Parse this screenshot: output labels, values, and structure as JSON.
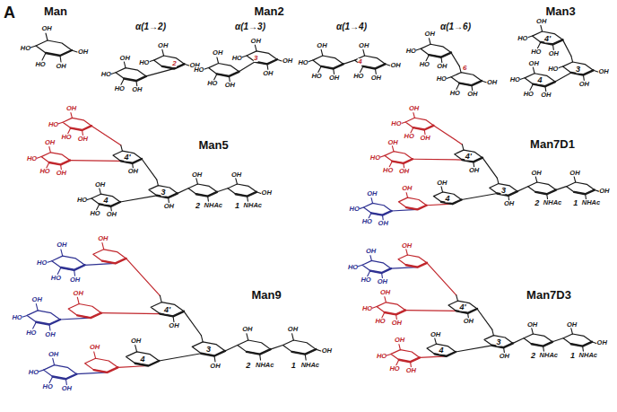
{
  "diagram": {
    "labels": [
      "A",
      "Man",
      "OH",
      "HO",
      "HO",
      "OH",
      "OH",
      "Man2",
      "α(1→2)",
      "OH",
      "HO",
      "2",
      "OH",
      "OH",
      "HO",
      "HO",
      "OH",
      "α(1→3)",
      "OH",
      "HO",
      "3",
      "OH",
      "OH",
      "OH",
      "HO",
      "HO",
      "OH",
      "α(1→4)",
      "OH",
      "4",
      "HO",
      "OH",
      "OH",
      "OH",
      "HO",
      "HO",
      "OH",
      "α(1→6)",
      "HO",
      "HO",
      "6",
      "OH",
      "OH",
      "OH",
      "HO",
      "HO",
      "OH",
      "Man3",
      "3",
      "HO",
      "OH",
      "OH",
      "4'",
      "OH",
      "HO",
      "HO",
      "OH",
      "4",
      "OH",
      "HO",
      "HO",
      "OH",
      "Man5",
      "OH",
      "1",
      "NHAc",
      "OH",
      "OH",
      "2",
      "NHAc",
      "3",
      "OH",
      "4",
      "OH",
      "HO",
      "HO",
      "OH",
      "4'",
      "OH",
      "OH",
      "HO",
      "HO",
      "OH",
      "OH",
      "HO",
      "HO",
      "OH",
      "Man7D1",
      "OH",
      "1",
      "NHAc",
      "OH",
      "OH",
      "2",
      "NHAc",
      "3",
      "OH",
      "4",
      "OH",
      "4'",
      "OH",
      "OH",
      "HO",
      "HO",
      "OH",
      "OH",
      "HO",
      "HO",
      "OH",
      "OH",
      "OH",
      "HO",
      "HO",
      "OH",
      "Man9",
      "OH",
      "1",
      "NHAc",
      "OH",
      "OH",
      "2",
      "NHAc",
      "3",
      "OH",
      "4",
      "OH",
      "4'",
      "OH",
      "OH",
      "OH",
      "HO",
      "HO",
      "OH",
      "OH",
      "OH",
      "HO",
      "HO",
      "OH",
      "OH",
      "OH",
      "HO",
      "HO",
      "OH",
      "Man7D3",
      "OH",
      "1",
      "NHAc",
      "OH",
      "OH",
      "2",
      "NHAc",
      "3",
      "OH",
      "4",
      "OH",
      "4'",
      "OH",
      "OH",
      "OH",
      "HO",
      "HO",
      "OH",
      "OH",
      "HO",
      "HO",
      "OH",
      "OH",
      "HO",
      "HO",
      "OH"
    ]
  }
}
